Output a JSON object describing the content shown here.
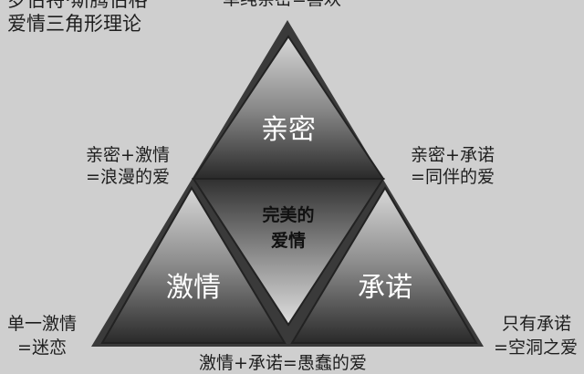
{
  "header": {
    "author": "罗伯特·斯腾伯格",
    "title": "爱情三角形理论",
    "top_label": "单纯亲密=喜欢"
  },
  "triangle": {
    "top": "亲密",
    "left": "激情",
    "right": "承诺",
    "center_line1": "完美的",
    "center_line2": "爱情"
  },
  "annotations": {
    "left_upper_1": "亲密+激情",
    "left_upper_2": "=浪漫的爱",
    "right_upper_1": "亲密+承诺",
    "right_upper_2": "=同伴的爱",
    "left_lower_1": "单一激情",
    "left_lower_2": "=迷恋",
    "right_lower_1": "只有承诺",
    "right_lower_2": "=空洞之爱",
    "bottom": "激情+承诺=愚蠢的爱"
  }
}
